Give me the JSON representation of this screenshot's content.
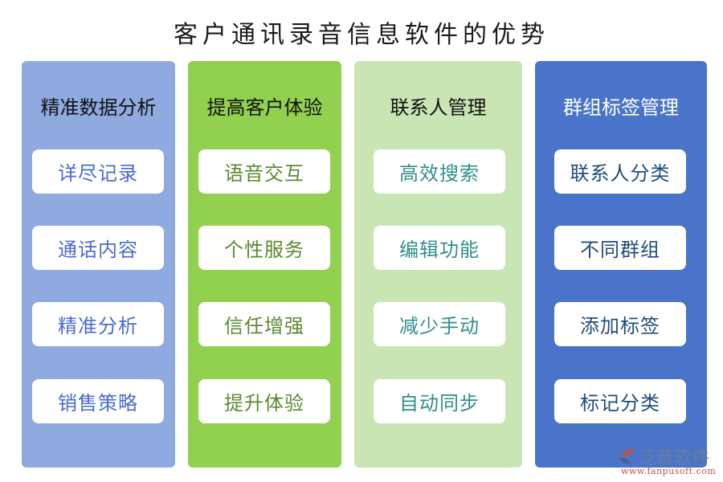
{
  "title": "客户通讯录音信息软件的优势",
  "columns": [
    {
      "heading": "精准数据分析",
      "color": "#8eaadf",
      "items": [
        "详尽记录",
        "通话内容",
        "精准分析",
        "销售策略"
      ]
    },
    {
      "heading": "提高客户体验",
      "color": "#92d050",
      "items": [
        "语音交互",
        "个性服务",
        "信任增强",
        "提升体验"
      ]
    },
    {
      "heading": "联系人管理",
      "color": "#c9e5b4",
      "items": [
        "高效搜索",
        "编辑功能",
        "减少手动",
        "自动同步"
      ]
    },
    {
      "heading": "群组标签管理",
      "color": "#4a74c9",
      "items": [
        "联系人分类",
        "不同群组",
        "添加标签",
        "标记分类"
      ]
    }
  ],
  "watermark": {
    "brand": "泛普软件",
    "url": "www.fanpusoft.com"
  }
}
